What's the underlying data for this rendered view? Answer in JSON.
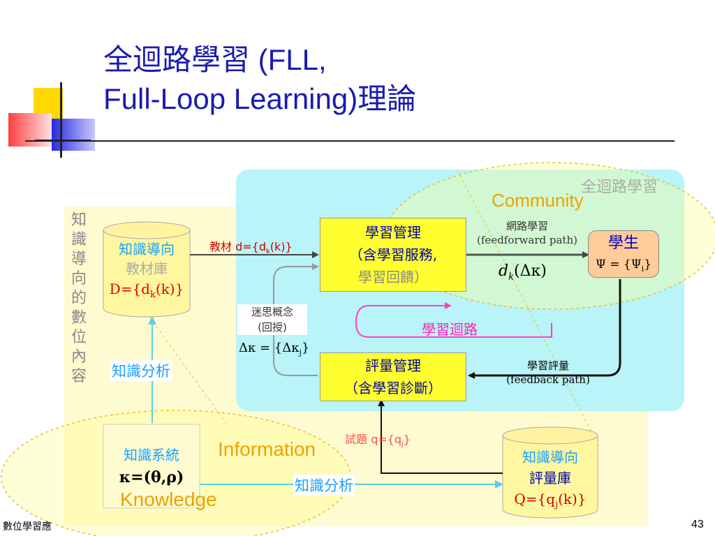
{
  "slide": {
    "title_line1": "全迴路學習 (FLL,",
    "title_line2": "Full-Loop Learning)理論",
    "footer_left": "數位學習應",
    "page_number": "43"
  },
  "diagram": {
    "region_fll_label": "全迴路學習",
    "community_label": "Community",
    "information_label": "Information",
    "knowledge_label": "Knowledge",
    "vertical_label": "知識導向的數位內容",
    "material_db": {
      "line1": "知識導向",
      "line2": "教材庫",
      "line3_main": "D={d",
      "line3_sub": "k",
      "line3_tail": "(k)}"
    },
    "learning_mgmt": {
      "line1": "學習管理",
      "line2": "（含學習服務,",
      "line3": "學習回饋）"
    },
    "student": {
      "line1": "學生",
      "line2_main": "Ψ = {Ψ",
      "line2_sub": "i",
      "line2_tail": "}"
    },
    "assessment_mgmt": {
      "line1": "評量管理",
      "line2": "（含學習診斷）"
    },
    "knowledge_system": {
      "line1": "知識系統",
      "line2": "κ=(θ,ρ)"
    },
    "assessment_db": {
      "line1": "知識導向",
      "line2": "評量庫",
      "line3_main": "Q={q",
      "line3_sub": "j",
      "line3_tail": "(k)}"
    },
    "material_arrow": {
      "main": "教材 d={d",
      "sub": "k",
      "tail": "(k)}"
    },
    "feedforward": {
      "line1": "網路學習",
      "line2": "(feedforward path)",
      "formula_main": "d",
      "formula_sub": "k",
      "formula_tail": "(Δκ)"
    },
    "misconception": {
      "line1": "迷思概念",
      "line2": "(回授)",
      "formula_main": "Δκ = {Δκ",
      "formula_sub": "j",
      "formula_tail": "}"
    },
    "learning_loop": "學習迴路",
    "feedback": {
      "line1": "學習評量",
      "line2": "(feedback path)"
    },
    "test_items": {
      "main": "試題  q={q",
      "sub": "j",
      "tail": "}"
    },
    "knowledge_analysis_1": "知識分析",
    "knowledge_analysis_2": "知識分析"
  }
}
